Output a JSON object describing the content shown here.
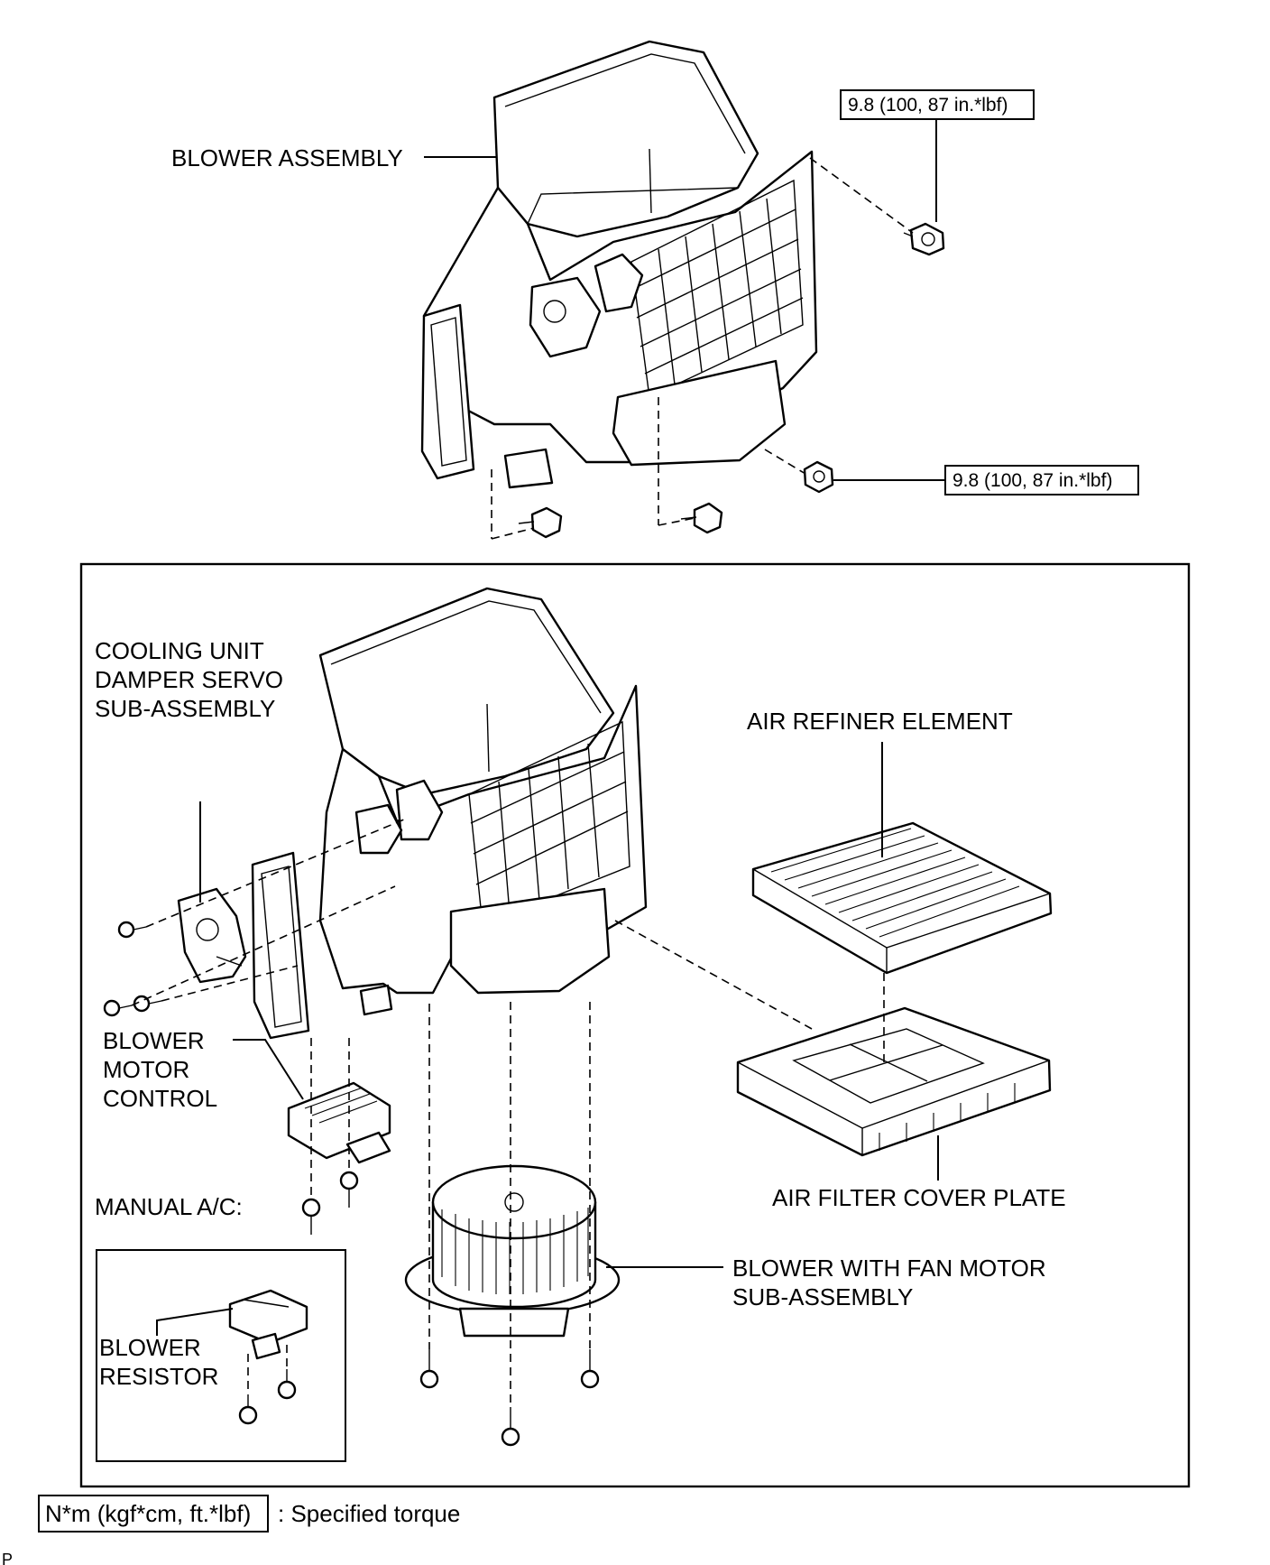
{
  "labels": {
    "blower_assembly": "BLOWER ASSEMBLY",
    "cooling_unit_damper_servo": [
      "COOLING UNIT",
      "DAMPER SERVO",
      "SUB-ASSEMBLY"
    ],
    "air_refiner_element": "AIR REFINER ELEMENT",
    "blower_motor_control": [
      "BLOWER",
      "MOTOR",
      "CONTROL"
    ],
    "manual_ac": "MANUAL A/C:",
    "blower_resistor": [
      "BLOWER",
      "RESISTOR"
    ],
    "air_filter_cover_plate": "AIR FILTER COVER PLATE",
    "blower_with_fan_motor": [
      "BLOWER WITH FAN MOTOR",
      "SUB-ASSEMBLY"
    ]
  },
  "torque": {
    "top_right": "9.8 (100, 87 in.*lbf)",
    "middle_right": "9.8 (100, 87 in.*lbf)"
  },
  "legend": {
    "unit_box": "N*m (kgf*cm, ft.*lbf)",
    "description": ": Specified torque"
  },
  "corner_mark": "P"
}
